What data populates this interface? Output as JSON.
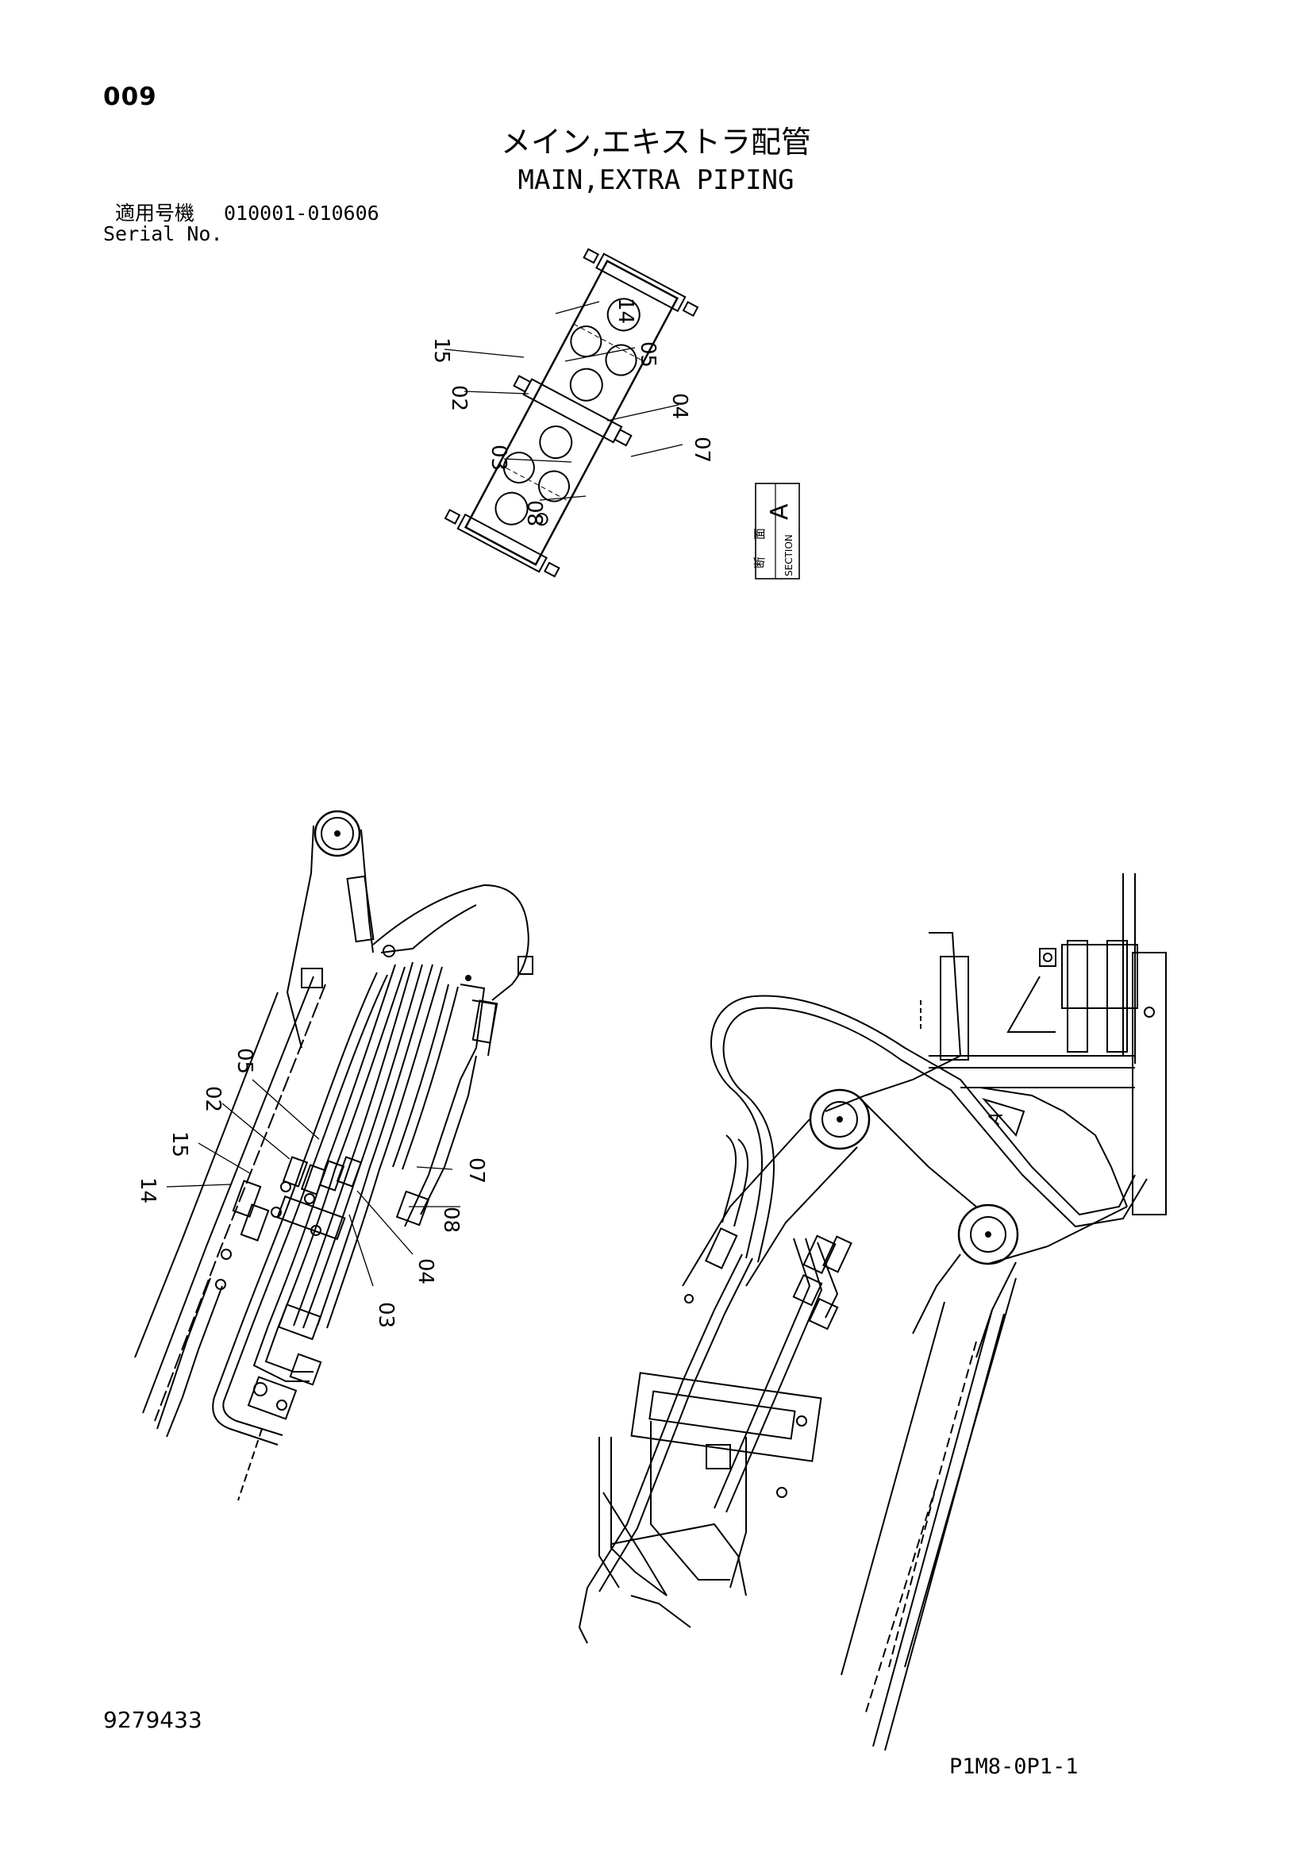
{
  "header": {
    "page_number": "009",
    "title_jp": "メイン,エキストラ配管",
    "title_en": "MAIN,EXTRA PIPING",
    "serial_label_jp": "適用号機",
    "serial_range": "010001-010606",
    "serial_label_en": "Serial No."
  },
  "section_view": {
    "box_label_jp_1": "断",
    "box_label_jp_2": "面",
    "box_label_en": "SECTION",
    "box_letter": "A",
    "callouts": [
      "14",
      "05",
      "15",
      "02",
      "04",
      "03",
      "07",
      "08"
    ]
  },
  "main_view": {
    "callouts": [
      "05",
      "02",
      "15",
      "14",
      "07",
      "08",
      "04",
      "03"
    ],
    "section_marker": "A"
  },
  "footer": {
    "doc_number": "9279433",
    "page_code": "P1M8-0P1-1"
  }
}
